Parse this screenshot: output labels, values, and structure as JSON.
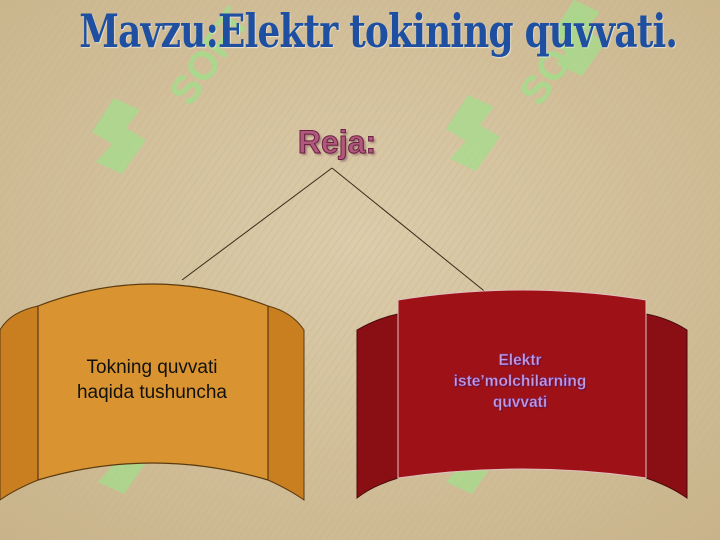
{
  "slide": {
    "title": "Mavzu:Elektr tokining quvvati.",
    "plan_label": "Reja:",
    "items": [
      {
        "text": "Tokning quvvati\nhaqida tushuncha",
        "fill": "#d99431"
      },
      {
        "text": "Elektr\niste’molchilarning\nquvvati",
        "fill": "#9e1217"
      }
    ],
    "watermark": "SOFT",
    "colors": {
      "background": "#d1bf96",
      "title": "#1e4fa0",
      "plan_label": "#b0597a",
      "watermark": "#9ee08a",
      "connector": "#3a2a1a"
    }
  }
}
